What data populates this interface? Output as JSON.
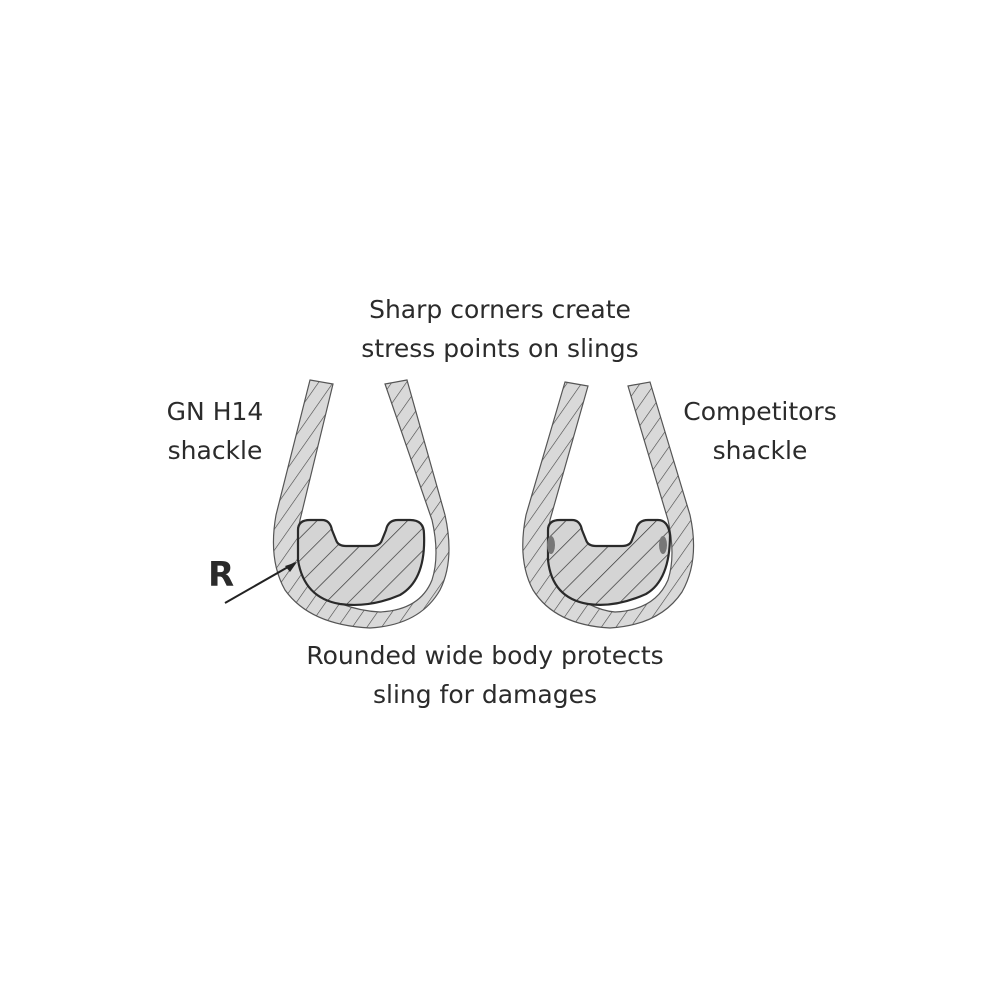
{
  "annotations": {
    "top": [
      "Sharp corners create",
      "stress points on slings"
    ],
    "left": [
      "GN H14",
      "shackle"
    ],
    "right": [
      "Competitors",
      "shackle"
    ],
    "bottom": [
      "Rounded wide body protects",
      "sling for damages"
    ],
    "radius_label": "R"
  },
  "colors": {
    "fill": "#d9d9d9",
    "stroke": "#333333",
    "text": "#2b2b2b"
  }
}
